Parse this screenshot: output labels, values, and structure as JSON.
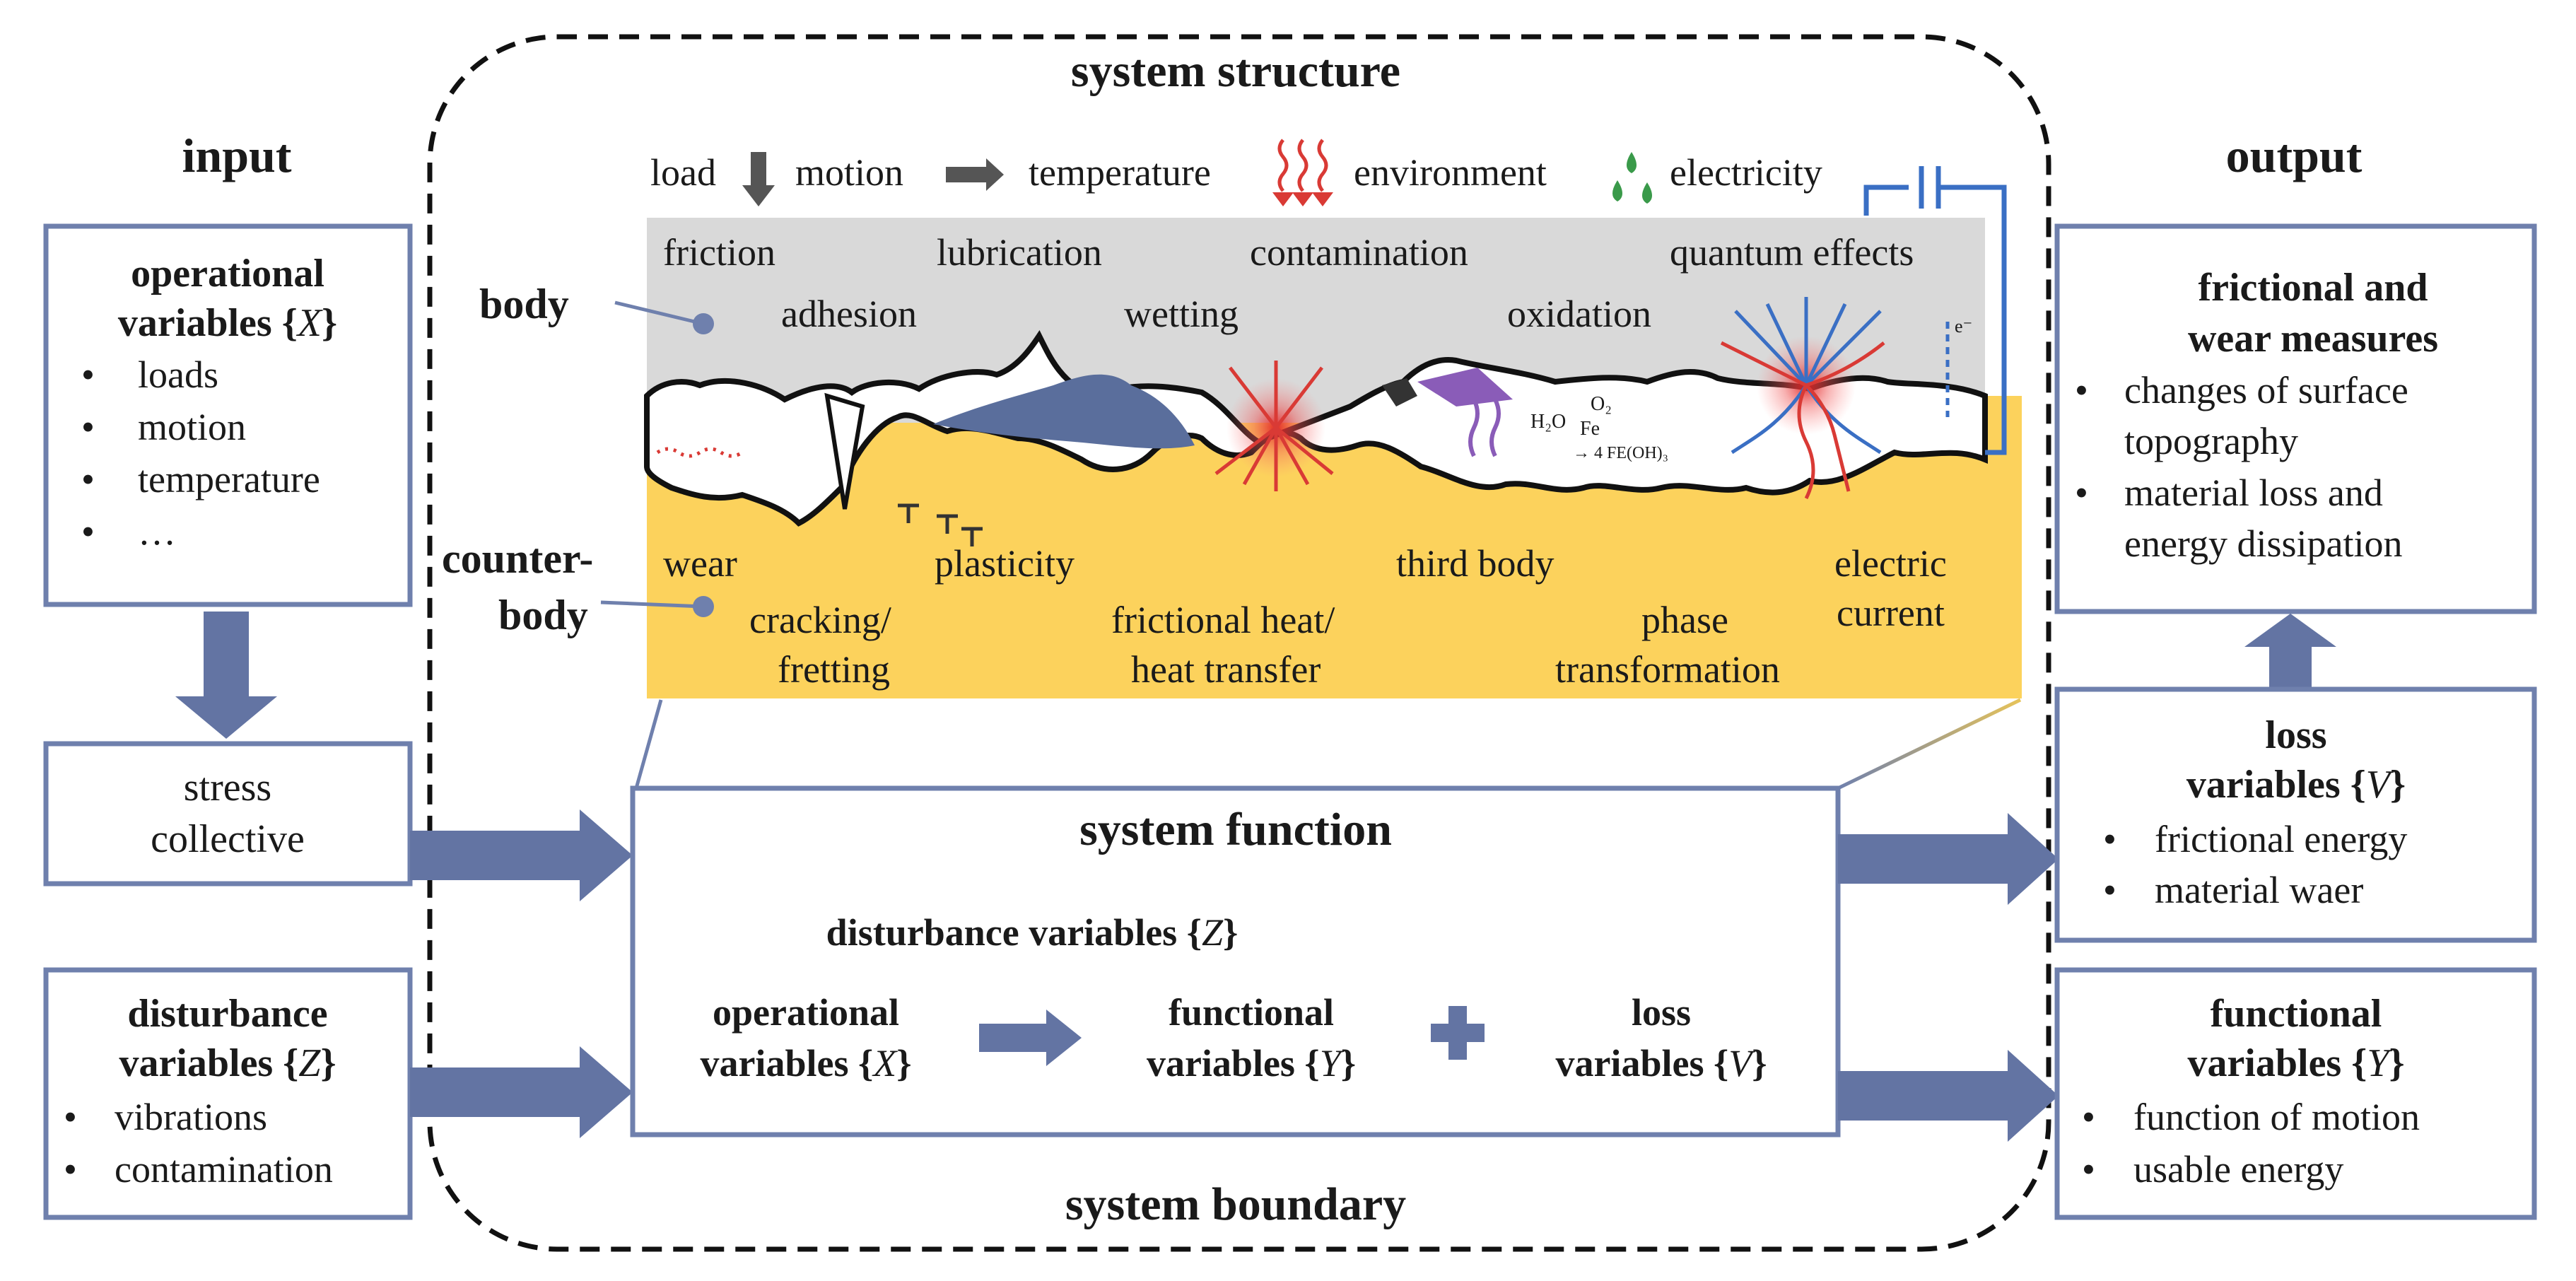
{
  "columns": {
    "input": "input",
    "output": "output"
  },
  "system": {
    "structure_title": "system structure",
    "boundary_title": "system boundary",
    "function_title": "system function"
  },
  "input_box": {
    "title_line1": "operational",
    "title_line2": "variables {",
    "symbol": "X",
    "close": "}",
    "items": [
      "loads",
      "motion",
      "temperature",
      "…"
    ]
  },
  "stress_box": {
    "line1": "stress",
    "line2": "collective"
  },
  "disturbance_box": {
    "title_line1": "disturbance",
    "title_line2": "variables {",
    "symbol": "Z",
    "close": "}",
    "items": [
      "vibrations",
      "contamination"
    ]
  },
  "influences": [
    "load",
    "motion",
    "temperature",
    "environment",
    "electricity"
  ],
  "body_label": "body",
  "counterbody_label_line1": "counter-",
  "counterbody_label_line2": "body",
  "chem": {
    "h2o": "H₂O",
    "o2": "O₂",
    "fe": "Fe",
    "product": "→ 4 FE(OH)₃",
    "electron": "e⁻"
  },
  "body_effects": {
    "friction": "friction",
    "lubrication": "lubrication",
    "contamination": "contamination",
    "quantum": "quantum effects",
    "adhesion": "adhesion",
    "wetting": "wetting",
    "oxidation": "oxidation"
  },
  "counter_effects": {
    "wear": "wear",
    "plasticity": "plasticity",
    "third_body": "third body",
    "electric_1": "electric",
    "electric_2": "current",
    "cracking_1": "cracking/",
    "cracking_2": "fretting",
    "heat_1": "frictional heat/",
    "heat_2": "heat transfer",
    "phase_1": "phase",
    "phase_2": "transformation"
  },
  "function_box": {
    "disturbance_label": "disturbance variables {",
    "disturbance_symbol": "Z",
    "close": "}",
    "op_line1": "operational",
    "op_line2": "variables {",
    "op_symbol": "X",
    "func_line1": "functional",
    "func_line2": "variables {",
    "func_symbol": "Y",
    "loss_line1": "loss",
    "loss_line2": "variables {",
    "loss_symbol": "V"
  },
  "output_friction_box": {
    "title_line1": "frictional and",
    "title_line2": "wear measures",
    "item1_line1": "changes of surface",
    "item1_line2": "topography",
    "item2_line1": "material loss and",
    "item2_line2": "energy dissipation"
  },
  "output_loss_box": {
    "title_line1": "loss",
    "title_line2": "variables {",
    "symbol": "V",
    "close": "}",
    "items": [
      "frictional energy",
      "material waer"
    ]
  },
  "output_functional_box": {
    "title_line1": "functional",
    "title_line2": "variables {",
    "symbol": "Y",
    "close": "}",
    "items": [
      "function of motion",
      "usable energy"
    ]
  },
  "colors": {
    "box_border": "#6f80ad",
    "arrow": "#6374a3",
    "body_grey": "#d9d9d9",
    "counterbody_yellow": "#fcd25c",
    "asperity_blue": "#5a6e9c",
    "heat_red": "#d93a35",
    "electric_blue": "#3a6fc4",
    "env_green": "#3a9a4a",
    "third_body_purple": "#8a5cb8"
  }
}
